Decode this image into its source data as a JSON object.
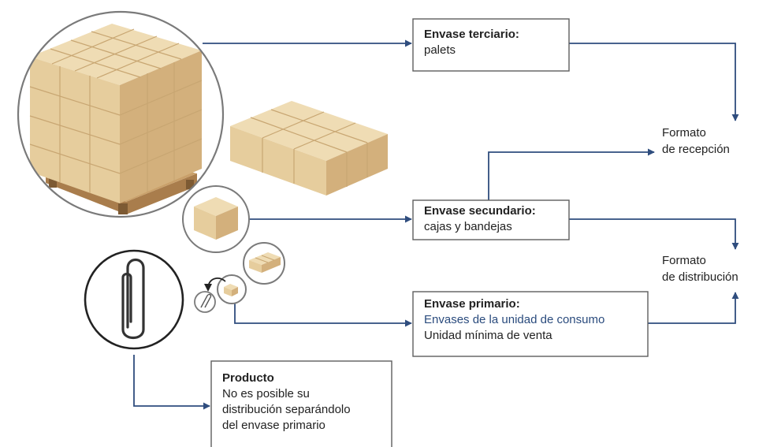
{
  "boxes": {
    "tertiary": {
      "title": "Envase terciario:",
      "line1": "palets"
    },
    "secondary": {
      "title": "Envase secundario:",
      "line1": "cajas y bandejas"
    },
    "primary": {
      "title": "Envase primario:",
      "line1": "Envases de la unidad de consumo",
      "line2": "Unidad mínima de venta"
    },
    "product": {
      "title": "Producto",
      "line1": "No es posible su",
      "line2": "distribución separándolo",
      "line3": "del envase primario"
    }
  },
  "formats": {
    "reception": {
      "line1": "Formato",
      "line2": "de recepción"
    },
    "distribution": {
      "line1": "Formato",
      "line2": "de distribución"
    }
  },
  "colors": {
    "arrow": "#2f4d7e",
    "box_border": "#5e5e5e",
    "circle": "#7a7a7a",
    "cardboard": "#e2c89a",
    "pallet": "#b08552"
  },
  "icons": [
    "pallet-illustration",
    "box-tray-illustration",
    "box-illustration",
    "small-boxes-illustration",
    "paperclip-icon",
    "undo-arrow-icon"
  ]
}
